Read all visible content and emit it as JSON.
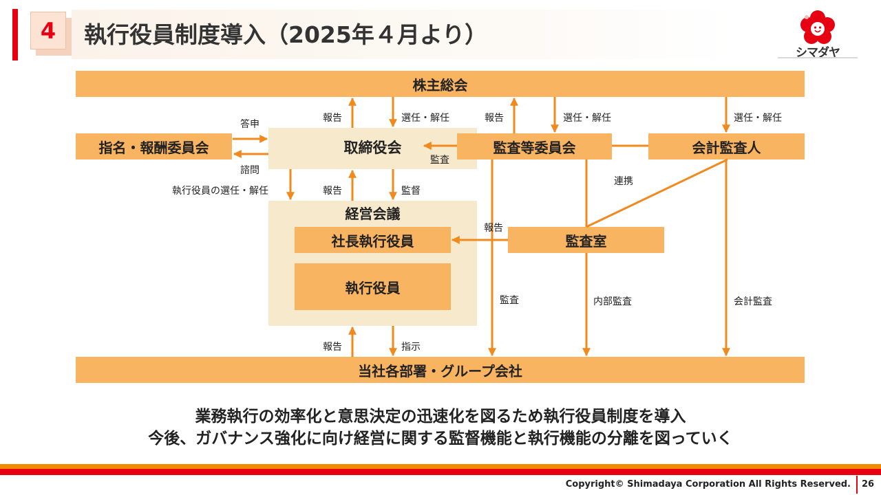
{
  "header": {
    "section_number": "4",
    "title": "執行役員制度導入（2025年４月より）"
  },
  "logo": {
    "text": "シマダヤ"
  },
  "diagram": {
    "nodes": {
      "shareholders": "株主総会",
      "nomination": "指名・報酬委員会",
      "board": "取締役会",
      "audit_committee": "監査等委員会",
      "auditor": "会計監査人",
      "management": "経営会議",
      "president": "社長執行役員",
      "officers": "執行役員",
      "audit_office": "監査室",
      "departments": "当社各部署・グループ会社"
    },
    "labels": {
      "report_board_up": "報告",
      "elect_board": "選任・解任",
      "report_ac_up": "報告",
      "elect_ac": "選任・解任",
      "elect_auditor": "選任・解任",
      "answer": "答申",
      "consult": "諮問",
      "audit_board": "監査",
      "officer_elect": "執行役員の選任・解任",
      "report_mgmt": "報告",
      "supervise": "監督",
      "cooperation": "連携",
      "report_office": "報告",
      "audit_ac": "監査",
      "internal_audit": "内部監査",
      "accounting_audit": "会計監査",
      "report_dept": "報告",
      "instruct": "指示"
    }
  },
  "message": {
    "line1": "業務執行の効率化と意思決定の迅速化を図るため執行役員制度を導入",
    "line2": "今後、ガバナンス強化に向け経営に関する監督機能と執行機能の分離を図っていく"
  },
  "footer": {
    "copyright": "Copyright© Shimadaya Corporation All Rights Reserved.",
    "page": "26"
  },
  "colors": {
    "accent_red": "#e60012",
    "box_orange": "#f9b461",
    "box_cream": "#f7e9cc",
    "arrow": "#f08a1e"
  }
}
